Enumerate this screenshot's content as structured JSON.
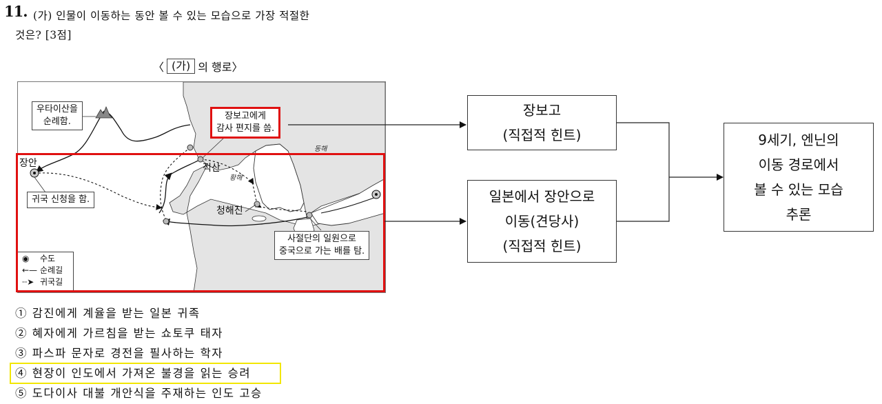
{
  "question": {
    "number": "11.",
    "line1": "(가) 인물이 이동하는 동안 볼 수 있는 모습으로 가장 적절한",
    "line2": "것은? [3점]"
  },
  "map": {
    "title_prefix": "〈",
    "title_boxed": "(가)",
    "title_suffix": "의 행로〉",
    "callouts": {
      "wutai": [
        "우타이산을",
        "순례함."
      ],
      "jangbogo_letter": [
        "장보고에게",
        "감사 편지를 씀."
      ],
      "return_request": "귀국 신청을 함.",
      "envoy_ship": [
        "사절단의 일원으로",
        "중국으로 가는 배를 탐."
      ]
    },
    "places": {
      "changan": "장안",
      "jeoksan": "적산",
      "cheonghaejin": "청해진"
    },
    "seas": {
      "yellow_sea": "황해",
      "east_sea": "동해"
    },
    "legend": [
      {
        "symbol": "capital-icon",
        "label": "수도"
      },
      {
        "symbol": "solid-arrow",
        "label": "순례길"
      },
      {
        "symbol": "dashed-arrow",
        "label": "귀국길"
      }
    ]
  },
  "options": [
    {
      "num": "①",
      "text": "감진에게 계율을 받는 일본 귀족"
    },
    {
      "num": "②",
      "text": "혜자에게 가르침을 받는 쇼토쿠 태자"
    },
    {
      "num": "③",
      "text": "파스파 문자로 경전을 필사하는 학자"
    },
    {
      "num": "④",
      "text": "현장이 인도에서 가져온 불경을 읽는 승려",
      "highlighted": true
    },
    {
      "num": "⑤",
      "text": "도다이사 대불 개안식을 주재하는 인도 고승"
    }
  ],
  "flow": {
    "box1": [
      "장보고",
      "(직접적 힌트)"
    ],
    "box2": [
      "일본에서 장안으로",
      "이동(견당사)",
      "(직접적 힌트)"
    ],
    "box3": [
      "9세기, 엔닌의",
      "이동 경로에서",
      "볼 수 있는 모습",
      "추론"
    ]
  },
  "colors": {
    "highlight_red": "#e01010",
    "answer_yellow": "#f2e600",
    "land_gray": "#e4e4e4"
  }
}
